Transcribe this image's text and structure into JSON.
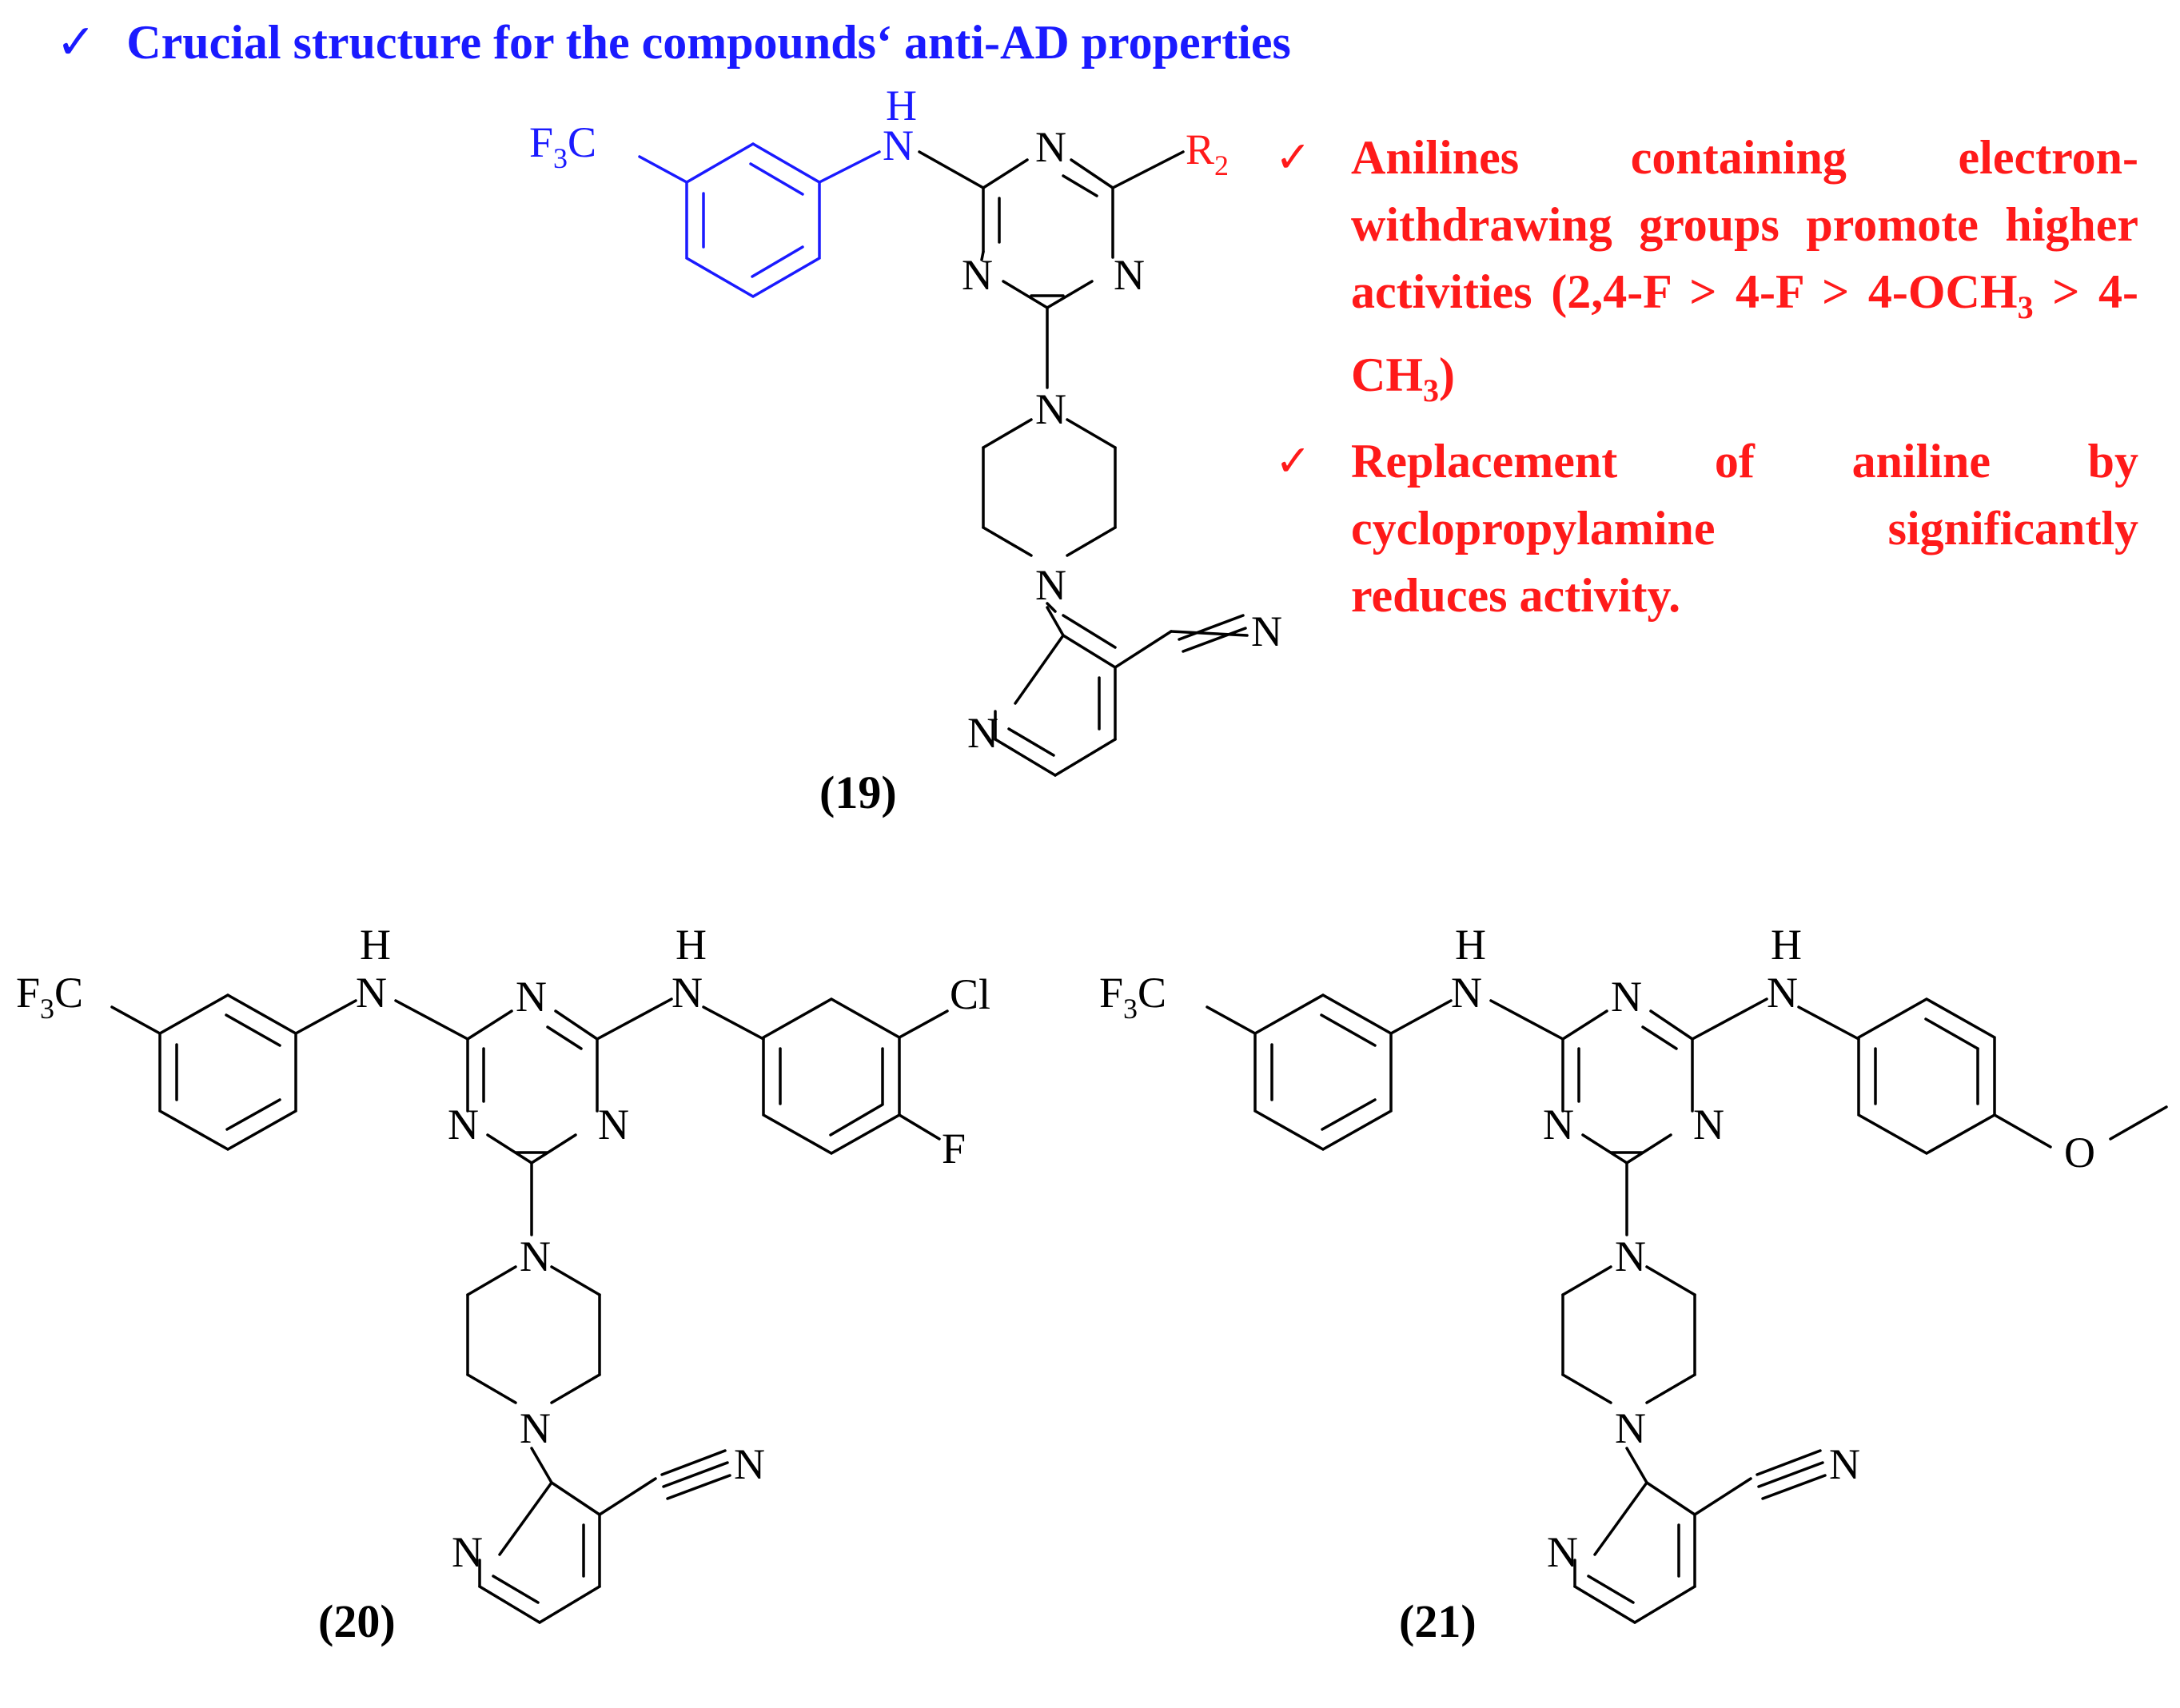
{
  "heading": {
    "check_glyph": "✓",
    "text": "Crucial structure for the compounds‘ anti-AD properties",
    "color": "#1a1aff"
  },
  "notes": [
    {
      "check_glyph": "✓",
      "text_parts": [
        "Anilines containing electron-withdrawing groups promote higher activities (2,4-F > 4-F > 4-OCH",
        "3",
        " > 4-CH",
        "3",
        ")"
      ]
    },
    {
      "check_glyph": "✓",
      "text": "Replacement of aniline by cyclopropylamine significantly reduces activity."
    }
  ],
  "note_color": "#ff1a1a",
  "compounds": [
    {
      "label": "(19)",
      "substituent_left": "F3C",
      "substituent_right": "R2",
      "highlight_color": "#1a1aff",
      "r_color": "#ff1a1a"
    },
    {
      "label": "(20)",
      "substituent_left": "F3C",
      "ring_substituents": [
        "Cl",
        "F"
      ]
    },
    {
      "label": "(21)",
      "substituent_left": "F3C",
      "ring_substituents": [
        "O"
      ]
    }
  ],
  "atoms": {
    "nitrogen": "N",
    "hydrogen": "H",
    "nitrile_n": "N"
  }
}
